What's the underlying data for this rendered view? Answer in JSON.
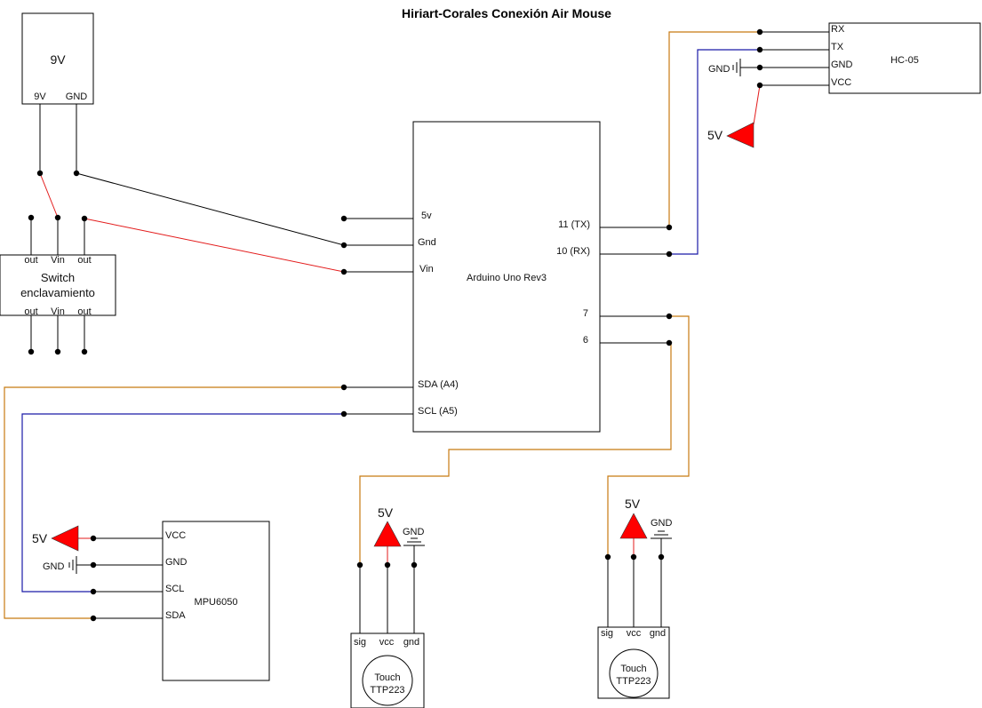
{
  "title": "Hiriart-Corales Conexión Air Mouse",
  "battery": {
    "label": "9V",
    "pin_9v": "9V",
    "pin_gnd": "GND"
  },
  "switch": {
    "label_line1": "Switch",
    "label_line2": "enclavamiento",
    "top_pins": [
      "out",
      "Vin",
      "out"
    ],
    "bottom_pins": [
      "out",
      "Vin",
      "out"
    ]
  },
  "arduino": {
    "name": "Arduino Uno Rev3",
    "left_pins": [
      "5v",
      "Gnd",
      "Vin",
      "SDA (A4)",
      "SCL (A5)"
    ],
    "right_pins": [
      "11 (TX)",
      "10 (RX)",
      "7",
      "6"
    ]
  },
  "hc05": {
    "name": "HC-05",
    "pins": [
      "RX",
      "TX",
      "GND",
      "VCC"
    ],
    "gnd_label": "GND",
    "vcc_label": "5V"
  },
  "mpu6050": {
    "name": "MPU6050",
    "pins": [
      "VCC",
      "GND",
      "SCL",
      "SDA"
    ],
    "vcc_label": "5V",
    "gnd_label": "GND"
  },
  "touch1": {
    "pins": [
      "sig",
      "vcc",
      "gnd"
    ],
    "label_line1": "Touch",
    "label_line2": "TTP223",
    "vcc_label": "5V",
    "gnd_label": "GND"
  },
  "touch2": {
    "pins": [
      "sig",
      "vcc",
      "gnd"
    ],
    "label_line1": "Touch",
    "label_line2": "TTP223",
    "vcc_label": "5V",
    "gnd_label": "GND"
  },
  "colors": {
    "power_wire": "#e31b1b",
    "signal_wire_orange": "#c77a12",
    "signal_wire_blue": "#1a1aa8",
    "supply_triangle": "#ff0000"
  }
}
